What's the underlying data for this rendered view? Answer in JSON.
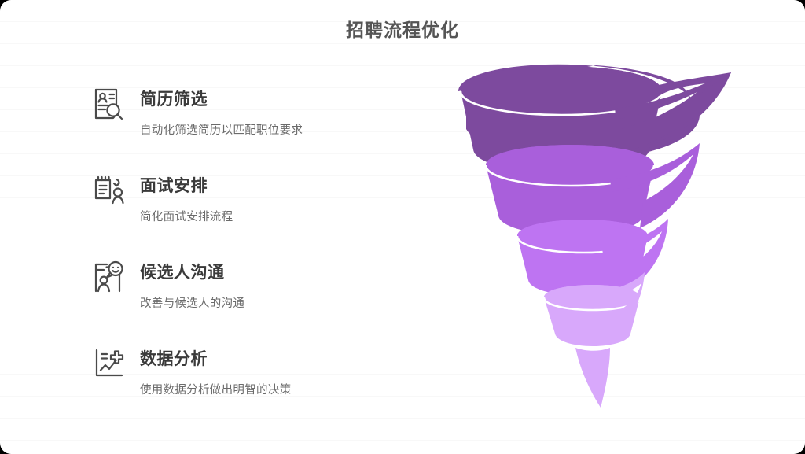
{
  "header": {
    "title": "招聘流程优化"
  },
  "features": [
    {
      "icon": "resume-search-icon",
      "heading": "简历筛选",
      "description": "自动化筛选简历以匹配职位要求"
    },
    {
      "icon": "interview-schedule-icon",
      "heading": "面试安排",
      "description": "简化面试安排流程"
    },
    {
      "icon": "candidate-chat-icon",
      "heading": "候选人沟通",
      "description": "改善与候选人的沟通"
    },
    {
      "icon": "data-analysis-chart-icon",
      "heading": "数据分析",
      "description": "使用数据分析做出明智的决策"
    }
  ],
  "funnel": {
    "name": "recruitment-spiral-funnel",
    "stages": 4,
    "colors": {
      "stage_1": "#7D4A9E",
      "stage_2": "#A95FDB",
      "stage_3": "#BE74F2",
      "stage_4": "#D8A8FB"
    }
  },
  "theme": {
    "background": "#FFFFFF",
    "rule_line": "#F2F2F2",
    "title_color": "#555555",
    "heading_color": "#3A3A3A",
    "description_color": "#6B6B6B",
    "icon_color": "#4A4A4A"
  }
}
